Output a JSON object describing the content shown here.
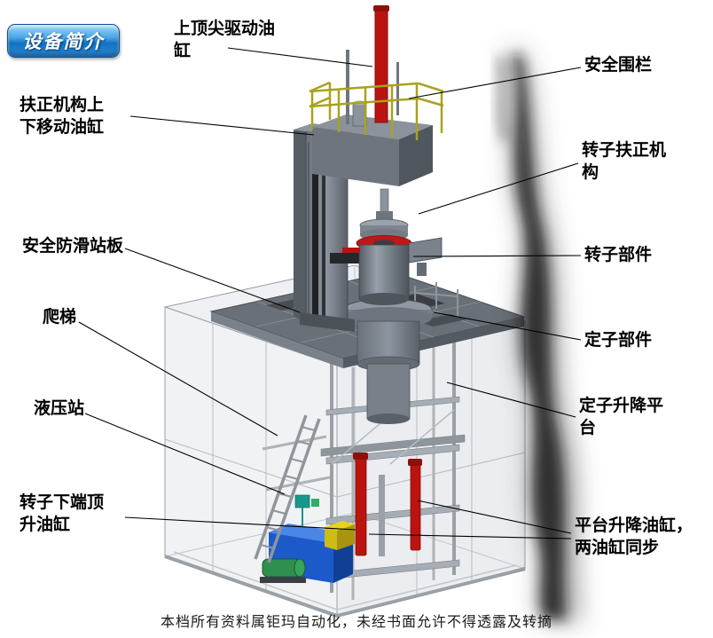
{
  "badge": {
    "label": "设备简介"
  },
  "labels": {
    "top_drive_cylinder": "上顶尖驱动油\n缸",
    "safety_fence": "安全围栏",
    "centering_lift_cylinder": "扶正机构上\n下移动油缸",
    "rotor_centering_mechanism": "转子扶正机\n构",
    "anti_slip_platform": "安全防滑站板",
    "rotor_component": "转子部件",
    "ladder": "爬梯",
    "stator_component": "定子部件",
    "hydraulic_station": "液压站",
    "stator_lift_platform": "定子升降平\n台",
    "rotor_bottom_jack_cylinder": "转子下端顶\n升油缸",
    "platform_lift_cylinders": "平台升降油缸，\n两油缸同步"
  },
  "footer": {
    "text": "本档所有资料属钜玛自动化，未经书面允许不得透露及转摘"
  },
  "colors": {
    "badge_blue": "#1272c4",
    "cylinder_red": "#bb1410",
    "railing_yellow": "#a8a31c",
    "hydraulic_blue": "#1d5ac9",
    "platform_gray": "#6a7078",
    "frame_gray": "#9aa0a6",
    "label_text": "#000000"
  }
}
